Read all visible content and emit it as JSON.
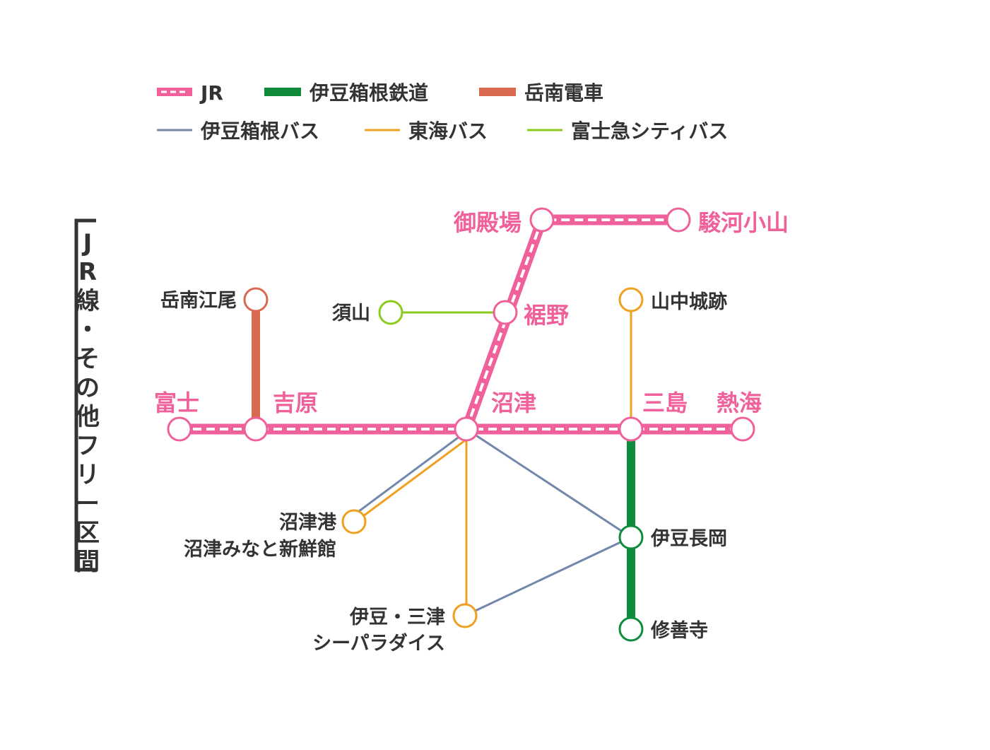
{
  "legend": {
    "jr": "JR",
    "izuhakone_rail": "伊豆箱根鉄道",
    "gakunan": "岳南電車",
    "izuhakone_bus": "伊豆箱根バス",
    "tokai_bus": "東海バス",
    "fujikyu_bus": "富士急シティバス"
  },
  "side_title_chars": [
    "J",
    "R",
    "線",
    "・",
    "そ",
    "の",
    "他",
    "フ",
    "リ",
    "ー",
    "区",
    "間"
  ],
  "stations": {
    "gotemba": "御殿場",
    "surugaoyama": "駿河小山",
    "susono": "裾野",
    "suyama": "須山",
    "gakunan_enoo": "岳南江尾",
    "yamanaka": "山中城跡",
    "fuji": "富士",
    "yoshiwara": "吉原",
    "numazu": "沼津",
    "mishima": "三島",
    "atami": "熱海",
    "numazuko_1": "沼津港",
    "numazuko_2": "沼津みなと新鮮館",
    "izunagaoka": "伊豆長岡",
    "mito_1": "伊豆・三津",
    "mito_2": "シーパラダイス",
    "shuzenji": "修善寺"
  },
  "colors": {
    "jr": "#f0609a",
    "izuhakone_rail": "#0f8c3b",
    "gakunan": "#d9694f",
    "izuhakone_bus": "#7287ab",
    "tokai_bus": "#f0a020",
    "fujikyu_bus": "#8acb1d",
    "text": "#333333"
  }
}
